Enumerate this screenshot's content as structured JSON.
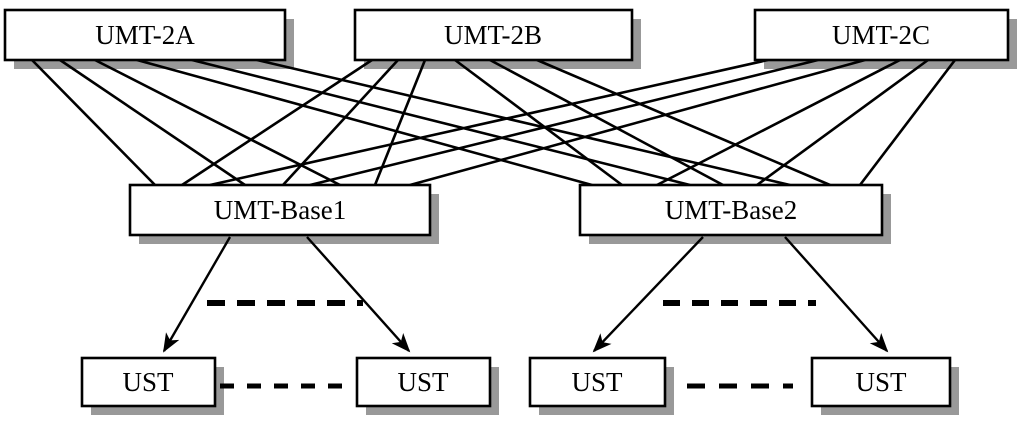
{
  "diagram": {
    "nodes": {
      "top": [
        {
          "id": "umt-2a",
          "label": "UMT-2A"
        },
        {
          "id": "umt-2b",
          "label": "UMT-2B"
        },
        {
          "id": "umt-2c",
          "label": "UMT-2C"
        }
      ],
      "base": [
        {
          "id": "umt-base1",
          "label": "UMT-Base1"
        },
        {
          "id": "umt-base2",
          "label": "UMT-Base2"
        }
      ],
      "terminals": [
        {
          "id": "ust-1",
          "label": "UST"
        },
        {
          "id": "ust-2",
          "label": "UST"
        },
        {
          "id": "ust-3",
          "label": "UST"
        },
        {
          "id": "ust-4",
          "label": "UST"
        }
      ]
    },
    "edges": {
      "top_to_base_mesh": [
        {
          "from": "UMT-2A",
          "to": "UMT-Base1",
          "lines": 3
        },
        {
          "from": "UMT-2A",
          "to": "UMT-Base2",
          "lines": 3
        },
        {
          "from": "UMT-2B",
          "to": "UMT-Base1",
          "lines": 3
        },
        {
          "from": "UMT-2B",
          "to": "UMT-Base2",
          "lines": 3
        },
        {
          "from": "UMT-2C",
          "to": "UMT-Base1",
          "lines": 3
        },
        {
          "from": "UMT-2C",
          "to": "UMT-Base2",
          "lines": 3
        }
      ],
      "base_to_terminal_arrows": [
        {
          "from": "UMT-Base1",
          "to": "ust-1"
        },
        {
          "from": "UMT-Base1",
          "to": "ust-2"
        },
        {
          "from": "UMT-Base2",
          "to": "ust-3"
        },
        {
          "from": "UMT-Base2",
          "to": "ust-4"
        }
      ],
      "ellipsis_dashed_lines": [
        {
          "between": [
            "UMT-Base1 left arrow",
            "UMT-Base1 right arrow"
          ]
        },
        {
          "between": [
            "UMT-Base2 left arrow",
            "UMT-Base2 right arrow"
          ]
        },
        {
          "between": [
            "ust-1",
            "ust-2"
          ]
        },
        {
          "between": [
            "ust-3",
            "ust-4"
          ]
        }
      ]
    },
    "colors": {
      "line": "#000000",
      "box_fill": "#ffffff",
      "box_border": "#000000",
      "shadow": "#999999",
      "background": "#ffffff"
    }
  }
}
